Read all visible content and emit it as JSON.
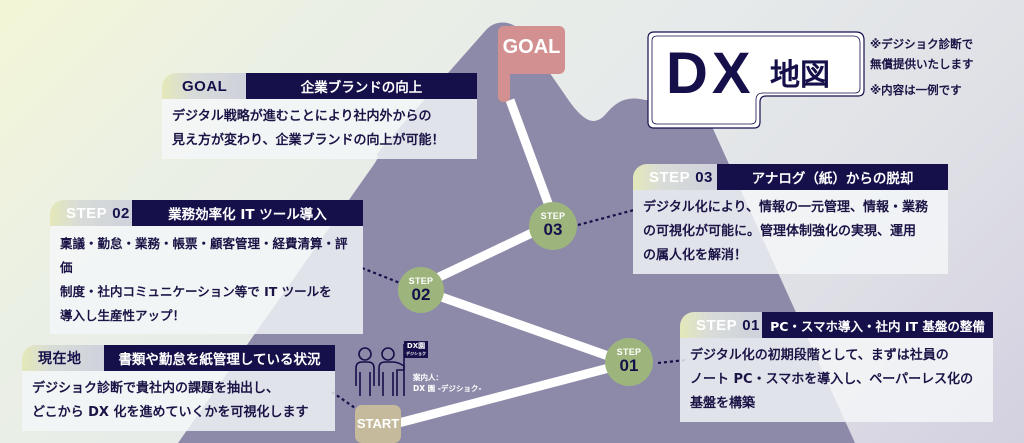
{
  "title": {
    "dx": "DX",
    "chizu": "地図"
  },
  "notes": [
    "※デジショク診断で",
    "無償提供いたします",
    "※内容は一例です"
  ],
  "colors": {
    "mountain": "#8d8aa9",
    "navy": "#15104a",
    "node_green": "#9db57c",
    "goal_flag": "#d39090",
    "start_badge": "#c5bb9c",
    "path": "#ffffff"
  },
  "flag": {
    "label": "GOAL"
  },
  "start": {
    "label": "START"
  },
  "guide": {
    "flag_line1": "DX園",
    "flag_line2": "デジショク",
    "caption_line1": "案内人：",
    "caption_line2": "DX 園 -デジショク-"
  },
  "nodes": [
    {
      "step": "STEP",
      "num": "03"
    },
    {
      "step": "STEP",
      "num": "02"
    },
    {
      "step": "STEP",
      "num": "01"
    }
  ],
  "cards": {
    "goal": {
      "tag": "GOAL",
      "title": "企業ブランドの向上",
      "body": "デジタル戦略が進むことにより社内外からの\n見え方が変わり、企業ブランドの向上が可能！"
    },
    "step03": {
      "tag": "STEP",
      "num": "03",
      "title": "アナログ（紙）からの脱却",
      "body": "デジタル化により、情報の一元管理、情報・業務\nの可視化が可能に。管理体制強化の実現、運用\nの属人化を解消！"
    },
    "step02": {
      "tag": "STEP",
      "num": "02",
      "title": "業務効率化 IT ツール導入",
      "body": "稟議・勤怠・業務・帳票・顧客管理・経費清算・評価\n制度・社内コミュニケーション等で IT ツールを\n導入し生産性アップ！"
    },
    "step01": {
      "tag": "STEP",
      "num": "01",
      "title": "PC・スマホ導入・社内 IT 基盤の整備",
      "body": "デジタル化の初期段階として、まずは社員の\nノート PC・スマホを導入し、ペーパーレス化の\n基盤を構築"
    },
    "current": {
      "tag": "現在地",
      "title": "書類や勤怠を紙管理している状況",
      "body": "デジショク診断で貴社内の課題を抽出し、\nどこから DX 化を進めていくかを可視化します"
    }
  }
}
